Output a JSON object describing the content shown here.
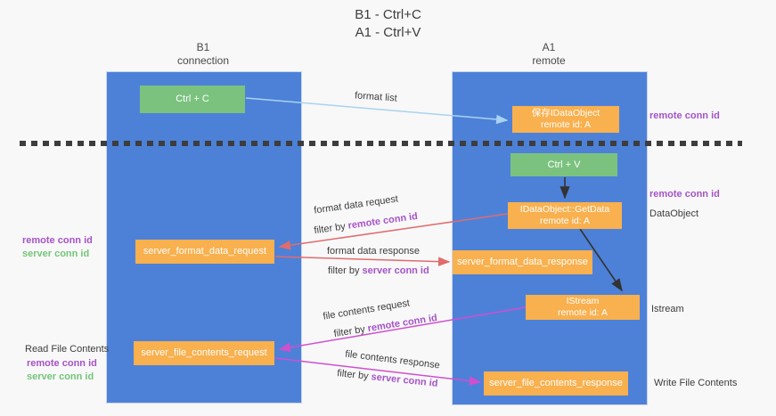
{
  "title": {
    "line1": "B1 - Ctrl+C",
    "line2": "A1 - Ctrl+V"
  },
  "lanes": {
    "left": {
      "name": "B1",
      "role": "connection"
    },
    "right": {
      "name": "A1",
      "role": "remote"
    }
  },
  "boxes": {
    "ctrl_c": "Ctrl + C",
    "ctrl_v": "Ctrl + V",
    "save_idataobject": {
      "line1": "保存IDataObject",
      "line2": "remote id: A"
    },
    "getdata": {
      "line1": "IDataObject::GetData",
      "line2": "remote id: A"
    },
    "istream": {
      "line1": "IStream",
      "line2": "remote id: A"
    },
    "server_format_data_request": "server_format_data_request",
    "server_format_data_response": "server_format_data_response",
    "server_file_contents_request": "server_file_contents_request",
    "server_file_contents_response": "server_file_contents_response"
  },
  "arrow_labels": {
    "format_list": "format list",
    "format_data_request": "format data request",
    "format_data_response": "format data response",
    "file_contents_request": "file contents request",
    "file_contents_response": "file contents response",
    "filter_by": "filter by ",
    "remote_conn_id": "remote conn id",
    "server_conn_id": "server conn id"
  },
  "side_labels": {
    "remote_conn_id": "remote conn id",
    "server_conn_id": "server conn id",
    "dataobject": "DataObject",
    "istream": "Istream",
    "read_file_contents": "Read File Contents",
    "write_file_contents": "Write File Contents"
  },
  "colors": {
    "lane_blue": "#4d81d8",
    "box_green": "#7bc27f",
    "box_orange": "#f9b04e",
    "arrow_red": "#e06c6c",
    "arrow_magenta": "#cf4fcf",
    "arrow_lightblue": "#a9d3ee",
    "arrow_black": "#333333",
    "text_purple": "#a653c8",
    "text_green": "#74c578"
  }
}
